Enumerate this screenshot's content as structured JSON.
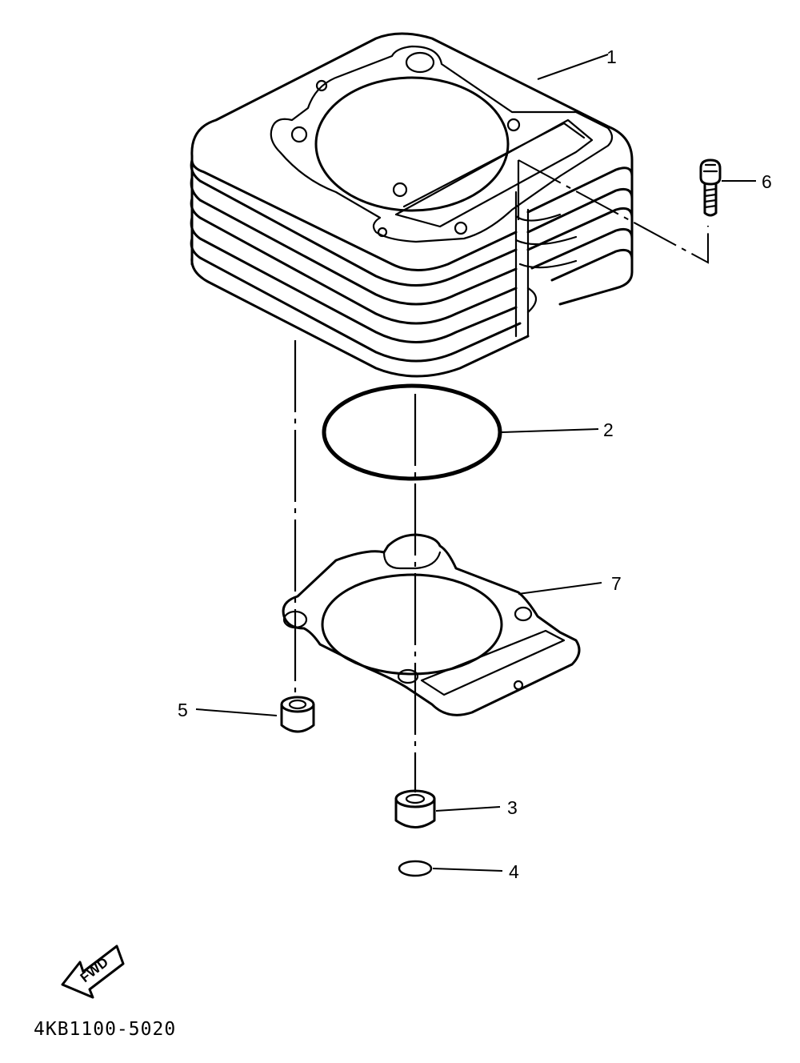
{
  "callouts": [
    {
      "id": "1",
      "text": "1"
    },
    {
      "id": "2",
      "text": "2"
    },
    {
      "id": "3",
      "text": "3"
    },
    {
      "id": "4",
      "text": "4"
    },
    {
      "id": "5",
      "text": "5"
    },
    {
      "id": "6",
      "text": "6"
    },
    {
      "id": "7",
      "text": "7"
    }
  ],
  "fwd_label": "FWD",
  "diagram_code": "4KB1100-5020"
}
